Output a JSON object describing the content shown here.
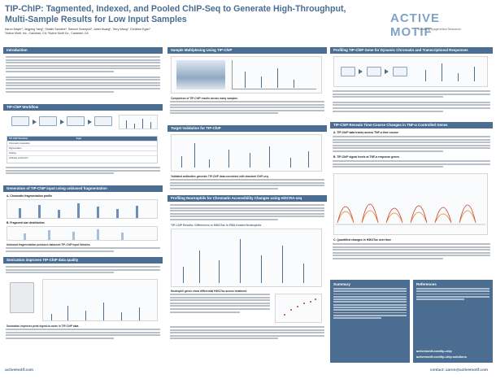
{
  "header": {
    "title_line1": "TIP-ChIP: Tagmented, Indexed, and Pooled ChIP-Seq to Generate High-Throughput,",
    "title_line2": "Multi-Sample Results for Low Input Samples",
    "authors_line1": "Aaron Mayer¹, Jingping Yang¹, Shalini Sanders¹, Samuel Scampoli¹, Janet Huang¹, Terry Wang¹, Christine Egan¹",
    "authors_line2": "¹Active Motif, Inc., Carlsbad, CA; ²Active Motif Co., Carlsbad, CA",
    "logo_text": "ACTIVE MOTIF",
    "logo_tagline": "Enabling Epigenetics Research"
  },
  "sections": {
    "introduction": "Introduction",
    "workflow": "TIP-ChIP Workflow",
    "generation": "Generation of TIP-ChIP input using unbiased fragmentation",
    "sonication": "Sonication improves TIP-ChIP data quality",
    "sample_multiplexing": "Sample Multiplexing Using TIP-ChIP",
    "target_validation": "Target Validation for TIP-ChIP",
    "profiling_neutrophils": "Profiling Neutrophils for Chromatin Accessibility Changes using HiSCRA-seq",
    "profiling_gene_cells": "Profiling TIP-ChIP Gene for Dynamic Chromatin and Transcriptional Responses",
    "tip_chip_reveals": "TIP-ChIP Reveals Time-Course Changes in TNF-α Controlled Genes",
    "summary": "Summary",
    "references": "References"
  },
  "labels": {
    "workflow_table_head1": "TIP-ChIP Workflow",
    "workflow_table_head2": "Input",
    "workflow_rows": [
      "Chromatin preparation",
      "Tagmentation",
      "Pooling",
      "Antibody enrichment"
    ],
    "figure_neutrophils": "TIP-ChIP Results: Differences in H3K27ac in PMA treated Neutrophils",
    "sonication_caption": "Sonication improves peak signal-to-noise in TIP-ChIP data.",
    "multiplexing_caption": "Comparison of TIP-ChIP results across many samples.",
    "target_caption": "Validated antibodies generate TIP-ChIP data consistent with standard ChIP-seq.",
    "neutrophil_caption": "Neutrophil genes show differential H3K27ac across treatment.",
    "fig_timecourse_1": "A. TIP-ChIP data tracks across TNF-α time course",
    "fig_timecourse_2": "B. TIP-ChIP signal levels at TNF-α response genes",
    "fig_timecourse_3": "C. Quantified changes in H3K27ac over time",
    "frag_a": "A. Chromatin fragmentation profile",
    "frag_b": "B. Fragment size distribution",
    "frag_caption": "Unbiased fragmentation produces balanced TIP-ChIP input libraries.",
    "summary_link": "activemotif.com/tip-chip-solutions",
    "references_link": "activemotif.com/tip-chip"
  },
  "footer": {
    "left": "activemotif.com",
    "right": "contact: aaron@activemotif.com"
  },
  "colors": {
    "brand": "#4a6d91",
    "accent": "#7fa3c7"
  }
}
